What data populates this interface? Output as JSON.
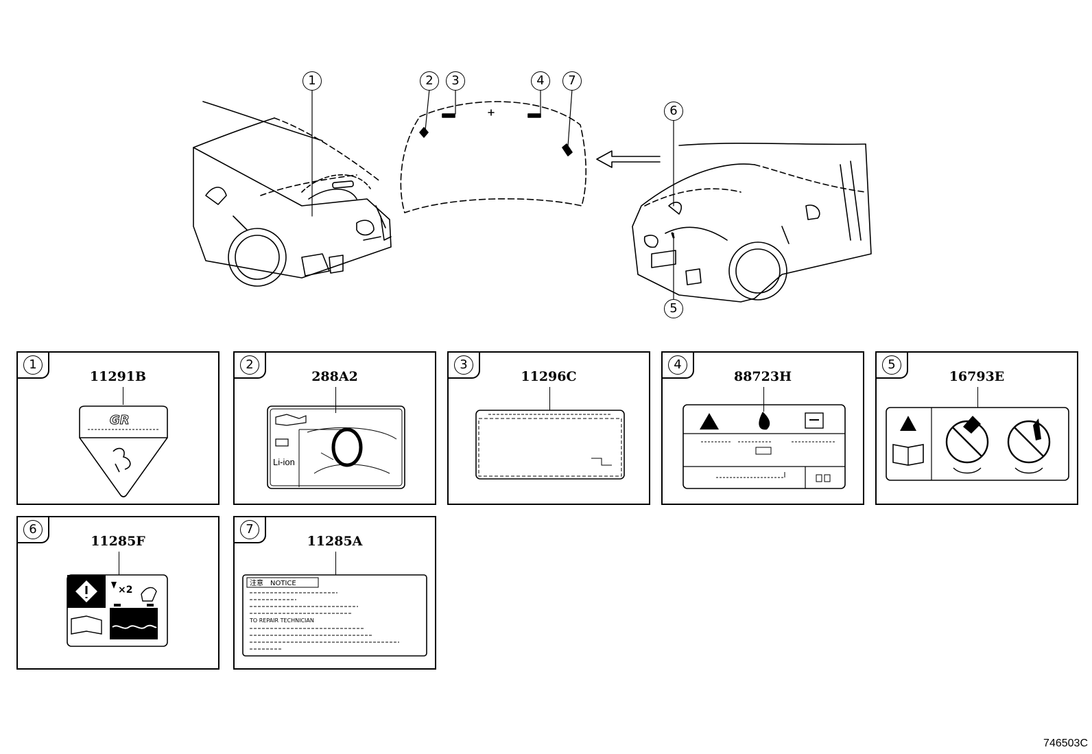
{
  "callouts": [
    "1",
    "2",
    "3",
    "4",
    "5",
    "6",
    "7"
  ],
  "labels": [
    {
      "num": "1",
      "part": "11291B"
    },
    {
      "num": "2",
      "part": "288A2"
    },
    {
      "num": "3",
      "part": "11296C"
    },
    {
      "num": "4",
      "part": "88723H"
    },
    {
      "num": "5",
      "part": "16793E"
    },
    {
      "num": "6",
      "part": "11285F"
    },
    {
      "num": "7",
      "part": "11285A"
    }
  ],
  "label_text": {
    "li_ion": "Li-ion",
    "x2": "×2",
    "notice": "注意　NOTICE",
    "repair": "TO REPAIR TECHNICIAN",
    "gr": "GR"
  },
  "figure_code": "746503C"
}
